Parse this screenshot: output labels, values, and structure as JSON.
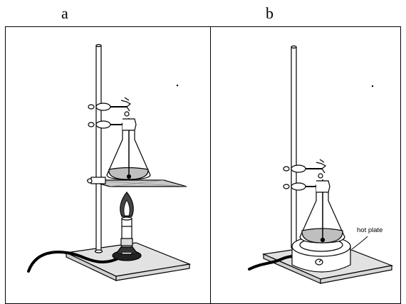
{
  "panels": [
    {
      "label": "a"
    },
    {
      "label": "b"
    }
  ],
  "callouts": {
    "hot_plate": "hot plate"
  },
  "colors": {
    "line": "#000000",
    "plate": "#e2e2e2",
    "liquid": "#bfbfbf",
    "mesh": "#9a9a9a",
    "flame": "#444444"
  }
}
